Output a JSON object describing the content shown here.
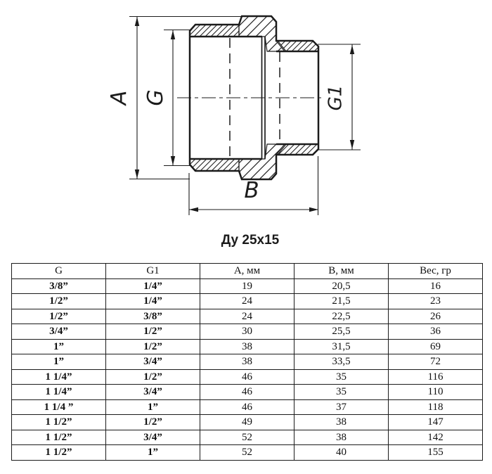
{
  "drawing": {
    "caption": "Ду 25x15",
    "dimension_labels": {
      "a": "A",
      "g": "G",
      "g1": "G1",
      "b": "B"
    }
  },
  "table": {
    "columns": [
      "G",
      "G1",
      "А, мм",
      "В, мм",
      "Вес, гр"
    ],
    "rows": [
      [
        "3/8”",
        "1/4”",
        "19",
        "20,5",
        "16"
      ],
      [
        "1/2”",
        "1/4”",
        "24",
        "21,5",
        "23"
      ],
      [
        "1/2”",
        "3/8”",
        "24",
        "22,5",
        "26"
      ],
      [
        "3/4”",
        "1/2”",
        "30",
        "25,5",
        "36"
      ],
      [
        "1”",
        "1/2”",
        "38",
        "31,5",
        "69"
      ],
      [
        "1”",
        "3/4”",
        "38",
        "33,5",
        "72"
      ],
      [
        "1 1/4”",
        "1/2”",
        "46",
        "35",
        "116"
      ],
      [
        "1 1/4”",
        "3/4”",
        "46",
        "35",
        "110"
      ],
      [
        "1 1/4 ”",
        "1”",
        "46",
        "37",
        "118"
      ],
      [
        "1 1/2”",
        "1/2”",
        "49",
        "38",
        "147"
      ],
      [
        "1 1/2”",
        "3/4”",
        "52",
        "38",
        "142"
      ],
      [
        "1 1/2”",
        "1”",
        "52",
        "40",
        "155"
      ]
    ]
  }
}
